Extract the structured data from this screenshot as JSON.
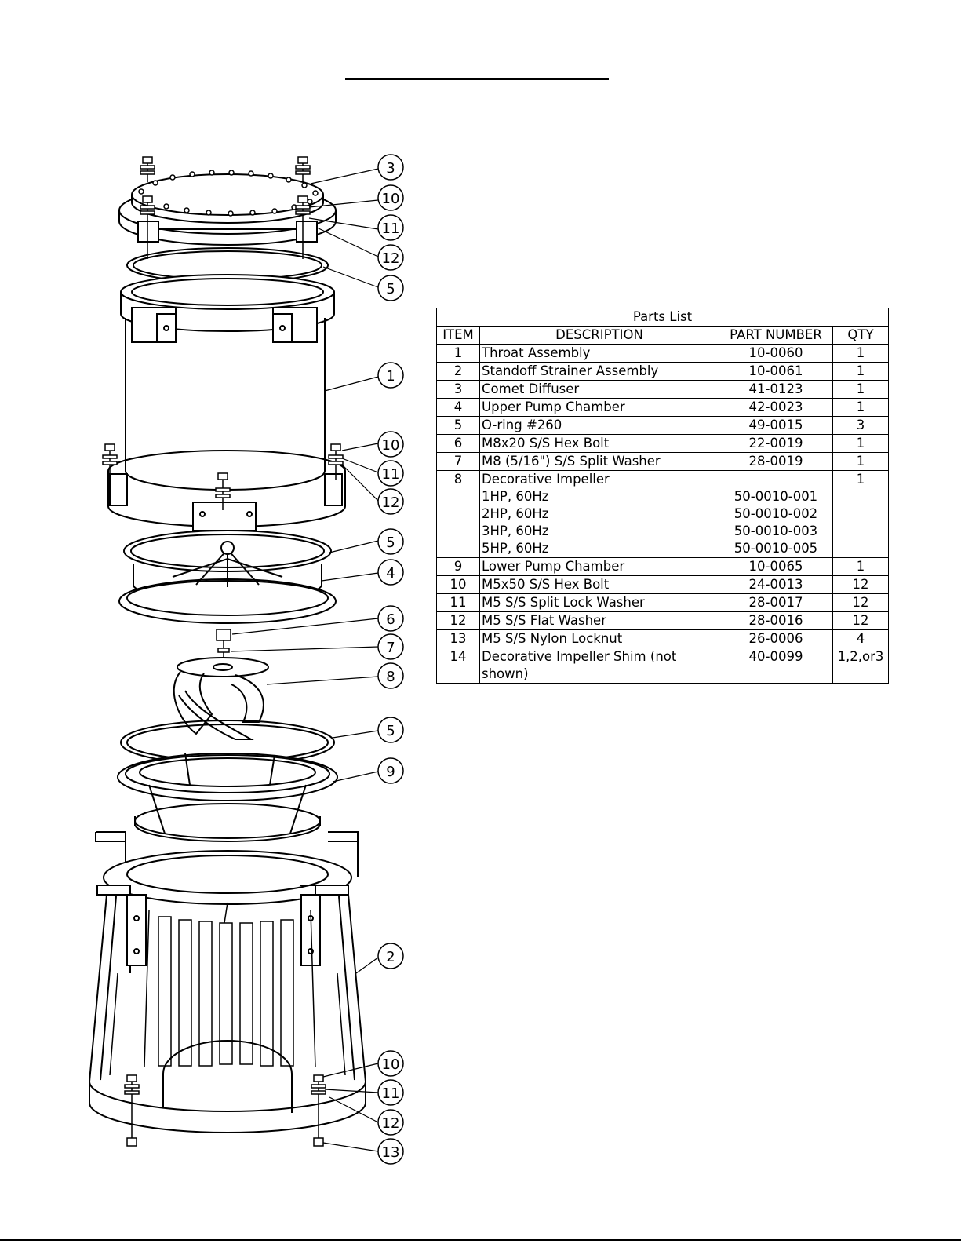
{
  "parts_list": {
    "title": "Parts List",
    "headers": [
      "ITEM",
      "DESCRIPTION",
      "PART NUMBER",
      "QTY"
    ],
    "rows": [
      {
        "item": "1",
        "description": "Throat Assembly",
        "part_number": "10-0060",
        "qty": "1"
      },
      {
        "item": "2",
        "description": "Standoff Strainer Assembly",
        "part_number": "10-0061",
        "qty": "1"
      },
      {
        "item": "3",
        "description": "Comet Diffuser",
        "part_number": "41-0123",
        "qty": "1"
      },
      {
        "item": "4",
        "description": "Upper Pump Chamber",
        "part_number": "42-0023",
        "qty": "1"
      },
      {
        "item": "5",
        "description": "O-ring #260",
        "part_number": "49-0015",
        "qty": "3"
      },
      {
        "item": "6",
        "description": "M8x20 S/S Hex Bolt",
        "part_number": "22-0019",
        "qty": "1"
      },
      {
        "item": "7",
        "description": "M8 (5/16\") S/S Split Washer",
        "part_number": "28-0019",
        "qty": "1"
      },
      {
        "item": "8",
        "description": "Decorative Impeller",
        "part_number": "",
        "qty": "1",
        "variants": [
          {
            "description": "1HP, 60Hz",
            "part_number": "50-0010-001"
          },
          {
            "description": "2HP, 60Hz",
            "part_number": "50-0010-002"
          },
          {
            "description": "3HP, 60Hz",
            "part_number": "50-0010-003"
          },
          {
            "description": "5HP, 60Hz",
            "part_number": "50-0010-005"
          }
        ]
      },
      {
        "item": "9",
        "description": "Lower Pump Chamber",
        "part_number": "10-0065",
        "qty": "1"
      },
      {
        "item": "10",
        "description": "M5x50 S/S Hex Bolt",
        "part_number": "24-0013",
        "qty": "12"
      },
      {
        "item": "11",
        "description": "M5 S/S Split Lock Washer",
        "part_number": "28-0017",
        "qty": "12"
      },
      {
        "item": "12",
        "description": "M5 S/S Flat Washer",
        "part_number": "28-0016",
        "qty": "12"
      },
      {
        "item": "13",
        "description": "M5 S/S Nylon Locknut",
        "part_number": "26-0006",
        "qty": "4"
      },
      {
        "item": "14",
        "description": "Decorative Impeller Shim (not shown)",
        "part_number": "40-0099",
        "qty": "1,2,or3"
      }
    ]
  },
  "callouts": [
    "3",
    "10",
    "11",
    "12",
    "5",
    "1",
    "10",
    "11",
    "12",
    "5",
    "4",
    "6",
    "7",
    "8",
    "5",
    "9",
    "2",
    "10",
    "11",
    "12",
    "13"
  ]
}
